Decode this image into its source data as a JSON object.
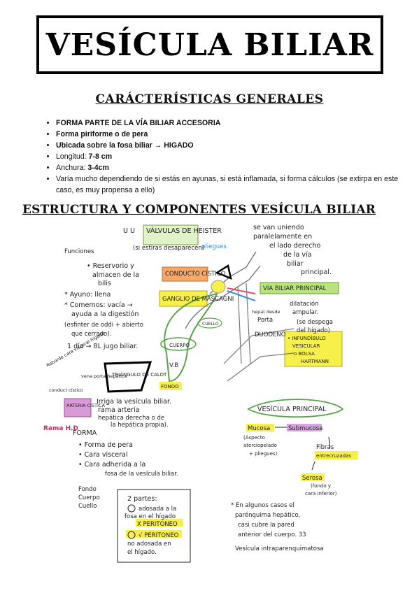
{
  "title": "VESÍCULA BILIAR",
  "section1": "CARÁCTERÍSTICAS GENERALES",
  "bullets": [
    {
      "bold": "FORMA PARTE DE LA VÍA BILIAR ACCESORIA",
      "rest": ""
    },
    {
      "bold": "Forma piriforme o de pera",
      "rest": ""
    },
    {
      "bold": "Ubicada sobre la fosa biliar → HIGADO",
      "rest": ""
    },
    {
      "bold": "",
      "rest": "Longitud: ",
      "bold2": "7-8 cm"
    },
    {
      "bold": "",
      "rest": "Anchura: ",
      "bold2": "3-4cm"
    },
    {
      "bold": "",
      "rest": "Varía mucho dependiendo de si estás en ayunas, si está inflamada, si forma cálculos (se extirpa en este caso, es muy propensa a ello)"
    }
  ],
  "section2": "ESTRUCTURA Y COMPONENTES VESÍCULA BILIAR",
  "notes": {
    "valvulas": "VÁLVULAS DE HEISTER",
    "valvulas_sub": "(si estiras desaparecen)",
    "uu": "U U",
    "pliegues": "pliegues",
    "conducto": "CONDUCTO CÍSTICO",
    "ganglio": "GANGLIO DE MASCAGNI",
    "via": "VÍA BILIAR PRINCIPAL",
    "uniendo1": "se van uniendo",
    "uniendo2": "paralelamente en",
    "uniendo3": "el lado derecho",
    "uniendo4": "de la vía",
    "uniendo5": "biliar",
    "uniendo6": "principal.",
    "funciones": "Funciones",
    "f1": "• Reservorio y",
    "f2": "almacen de la",
    "f3": "bilis",
    "f4": "* Ayuno: llena",
    "f5": "* Comemos: vacía →",
    "f6": "ayuda a la digestión",
    "f7": "(esfinter de oddi + abierto",
    "f8": "que cerrado).",
    "f9": "1 día → 8L jugo biliar.",
    "cuello": "CUELLO",
    "cuerpo": "CUERPO",
    "fondo": "FONDO",
    "vb": "V.B",
    "hepat": "hepat desde",
    "porta": "Porta",
    "dilat1": "dilatación",
    "dilat2": "ampular.",
    "dilat3": "(se despega",
    "dilat4": "del hígado)",
    "duodeno": "DUODENO",
    "infund1": "• INFUNDÍBULO",
    "infund2": "VESICULAR",
    "infund3": "o BOLSA",
    "infund4": "HARTMANN",
    "triangulo": "TRIÁNGULO DE CALOT",
    "reborde": "Reborde cara visceral hígado",
    "vena": "vena porta hepática",
    "conductocist": "conduct cístico",
    "arteria": "ARTERIA CÍSTICA",
    "irriga1": "Irriga la vesícula biliar.",
    "irriga2": "rama arteria",
    "irriga3": "hepática derecha o de",
    "irriga4": "la hepática propia).",
    "rama": "Rama H.D",
    "forma": "FORMA",
    "fo1": "• Forma de pera",
    "fo2": "• Cara visceral",
    "fo3": "• Cara adherida a la",
    "fo4": "fosa de la vesícula biliar.",
    "partes1": "Fondo",
    "partes2": "Cuerpo",
    "partes3": "Cuello",
    "vesprin": "VESÍCULA PRINCIPAL",
    "mucosa": "Mucosa",
    "submucosa": "Submucosa",
    "aspecto1": "(Aspecto",
    "aspecto2": "aterciopelado",
    "aspecto3": "+ pliegues)",
    "fibras1": "Fibras",
    "fibras2": "entrecruzadas",
    "serosa": "Serosa",
    "serosa2": "(fondo y",
    "serosa3": "cara inferior)",
    "dospartes": "2 partes:",
    "p1a": "adosada a la",
    "p1b": "fosa en el hígado",
    "p1c": "X PERITONEO",
    "p2a": "√ PERITONEO",
    "p2b": "no adosada en",
    "p2c": "el hígado.",
    "alg1": "* En algunos casos el",
    "alg2": "parénquima hepático,",
    "alg3": "casi cubre la pared",
    "alg4": "anterior del cuerpo. 33",
    "alg5": "Vesícula intraparenquimatosa"
  }
}
